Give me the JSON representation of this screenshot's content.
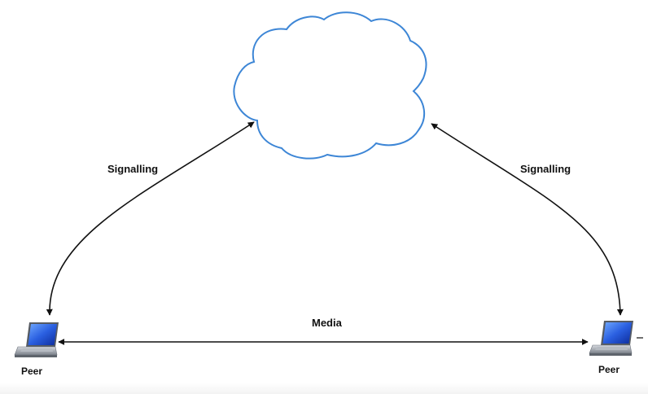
{
  "cloud": {
    "name": "signalling-server-cloud",
    "stroke_color": "#3d86d6"
  },
  "labels": {
    "signalling_left": "Signalling",
    "signalling_right": "Signalling",
    "media": "Media",
    "peer_left": "Peer",
    "peer_right": "Peer"
  },
  "peers": [
    {
      "id": "left",
      "icon": "laptop-icon"
    },
    {
      "id": "right",
      "icon": "laptop-icon"
    }
  ],
  "connections": [
    {
      "from": "peer-left",
      "to": "cloud",
      "label": "Signalling",
      "bidirectional": true
    },
    {
      "from": "peer-right",
      "to": "cloud",
      "label": "Signalling",
      "bidirectional": true
    },
    {
      "from": "peer-left",
      "to": "peer-right",
      "label": "Media",
      "bidirectional": true
    }
  ],
  "colors": {
    "cloud_stroke": "#3d86d6",
    "arrow": "#111111",
    "laptop_screen": "#1f4fd8",
    "laptop_body": "#9aa0a8"
  }
}
